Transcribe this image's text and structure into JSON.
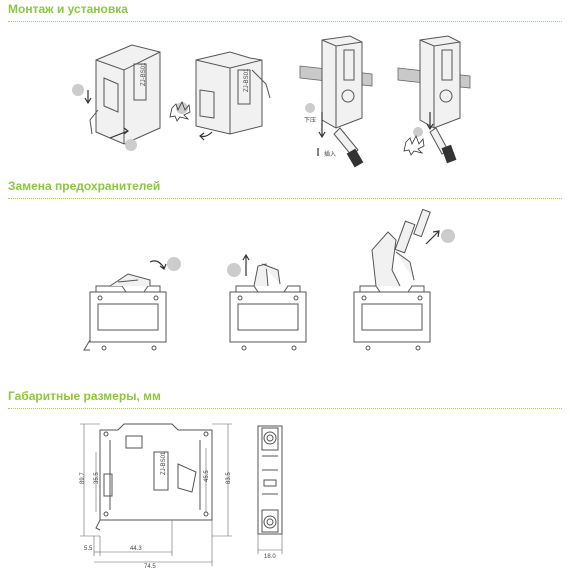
{
  "sections": {
    "install": {
      "title": "Монтаж и установка"
    },
    "fuse": {
      "title": "Замена предохранителей"
    },
    "dims": {
      "title": "Габаритные размеры, мм"
    }
  },
  "install_labels": {
    "step_a": "下压",
    "step_b": "插入"
  },
  "dimensions": {
    "height_total": "89.7",
    "height_mid": "35.5",
    "height_inner": "45.5",
    "height_right": "83.5",
    "left_offset": "5.5",
    "depth_mid": "44.3",
    "depth_total": "74.5",
    "width": "18.0"
  },
  "device_label": "ZJ-BS01",
  "colors": {
    "accent": "#8dc63f",
    "marker": "#cccccc",
    "line": "#555555"
  }
}
